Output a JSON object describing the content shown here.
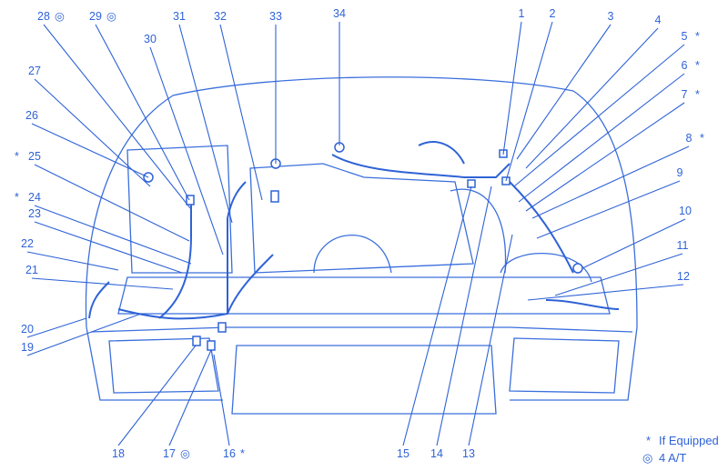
{
  "title": "Engine compartment harness connector locations",
  "colors": {
    "ink": "#2f63d6"
  },
  "callouts": [
    {
      "num": "1",
      "mark": ""
    },
    {
      "num": "2",
      "mark": ""
    },
    {
      "num": "3",
      "mark": ""
    },
    {
      "num": "4",
      "mark": ""
    },
    {
      "num": "5",
      "mark": "*"
    },
    {
      "num": "6",
      "mark": "*"
    },
    {
      "num": "7",
      "mark": "*"
    },
    {
      "num": "8",
      "mark": "*"
    },
    {
      "num": "9",
      "mark": ""
    },
    {
      "num": "10",
      "mark": ""
    },
    {
      "num": "11",
      "mark": ""
    },
    {
      "num": "12",
      "mark": ""
    },
    {
      "num": "13",
      "mark": ""
    },
    {
      "num": "14",
      "mark": ""
    },
    {
      "num": "15",
      "mark": ""
    },
    {
      "num": "16",
      "mark": "*"
    },
    {
      "num": "17",
      "mark": "◎"
    },
    {
      "num": "18",
      "mark": ""
    },
    {
      "num": "19",
      "mark": ""
    },
    {
      "num": "20",
      "mark": ""
    },
    {
      "num": "21",
      "mark": ""
    },
    {
      "num": "22",
      "mark": ""
    },
    {
      "num": "23",
      "mark": ""
    },
    {
      "num": "24",
      "mark": "*"
    },
    {
      "num": "25",
      "mark": "*"
    },
    {
      "num": "26",
      "mark": ""
    },
    {
      "num": "27",
      "mark": ""
    },
    {
      "num": "28",
      "mark": "◎"
    },
    {
      "num": "29",
      "mark": "◎"
    },
    {
      "num": "30",
      "mark": ""
    },
    {
      "num": "31",
      "mark": ""
    },
    {
      "num": "32",
      "mark": ""
    },
    {
      "num": "33",
      "mark": ""
    },
    {
      "num": "34",
      "mark": ""
    }
  ],
  "legend": [
    {
      "symbol": "*",
      "text": "If Equipped"
    },
    {
      "symbol": "◎",
      "text": "4 A/T"
    }
  ]
}
